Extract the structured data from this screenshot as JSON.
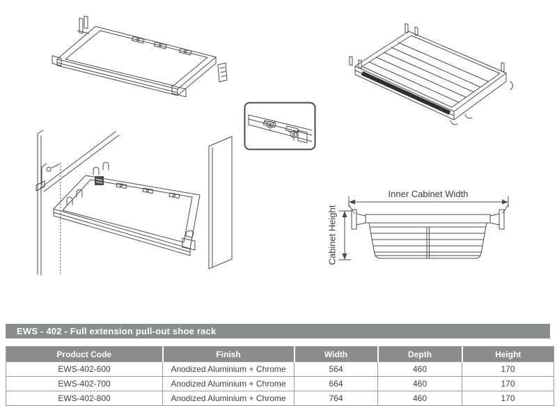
{
  "title_bar": {
    "text": "EWS - 402 - Full extension pull-out shoe rack",
    "background": "#8b8d8d"
  },
  "diagram_labels": {
    "inner_cabinet_width": "Inner Cabinet Width",
    "cabinet_height": "Cabinet Height"
  },
  "figures": [
    "pullout-frame-isometric-drawing",
    "shoe-rack-isometric-drawing",
    "rail-detail-inset-drawing",
    "cabinet-installation-drawing",
    "front-dimension-diagram"
  ],
  "colors": {
    "bar_background": "#8b8d8d",
    "bar_text": "#ffffff",
    "table_border": "#9b9b9b",
    "body_text": "#404040",
    "line_art": "#4a4a4a",
    "dark_rail": "#2f2f2f"
  },
  "table": {
    "headers": [
      "Product Code",
      "Finish",
      "Width",
      "Depth",
      "Height"
    ],
    "rows": [
      [
        "EWS-402-600",
        "Anodized Aluminium + Chrome",
        "564",
        "460",
        "170"
      ],
      [
        "EWS-402-700",
        "Anodized Aluminium + Chrome",
        "664",
        "460",
        "170"
      ],
      [
        "EWS-402-800",
        "Anodized Aluminium + Chrome",
        "764",
        "460",
        "170"
      ]
    ]
  }
}
